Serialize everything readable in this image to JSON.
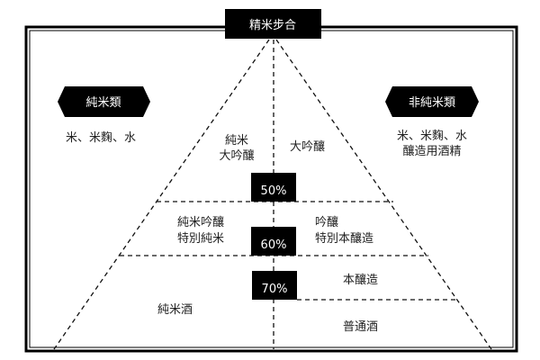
{
  "title": "精米步合",
  "categories": {
    "left": {
      "label": "純米類",
      "ingredients": [
        "米、米麴、水"
      ]
    },
    "right": {
      "label": "非純米類",
      "ingredients": [
        "米、米麴、水",
        "釀造用酒精"
      ]
    }
  },
  "thresholds": [
    "50%",
    "60%",
    "70%"
  ],
  "tiers": {
    "top_left": [
      "純米",
      "大吟釀"
    ],
    "top_right": [
      "大吟釀"
    ],
    "mid_left": [
      "純米吟釀",
      "特別純米"
    ],
    "mid_right": [
      "吟釀",
      "特別本釀造"
    ],
    "low_right_upper": [
      "本釀造"
    ],
    "low_left": [
      "純米酒"
    ],
    "low_right_lower": [
      "普通酒"
    ]
  }
}
